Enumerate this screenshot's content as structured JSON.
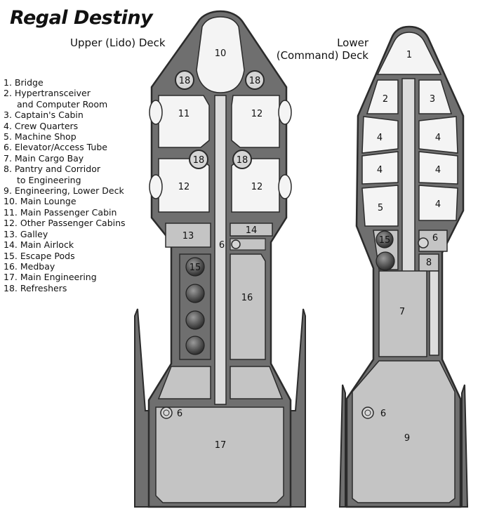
{
  "title": "Regal Destiny",
  "upper_deck_label": "Upper (Lido) Deck",
  "lower_deck_label_line1": "Lower",
  "lower_deck_label_line2": "(Command) Deck",
  "legend": [
    {
      "text": "1. Bridge"
    },
    {
      "text": "2. Hypertransceiver"
    },
    {
      "text": "and Computer Room",
      "indent": true
    },
    {
      "text": "3. Captain's Cabin"
    },
    {
      "text": "4. Crew Quarters"
    },
    {
      "text": "5. Machine Shop"
    },
    {
      "text": "6. Elevator/Access Tube"
    },
    {
      "text": "7. Main Cargo Bay"
    },
    {
      "text": "8. Pantry and Corridor"
    },
    {
      "text": "to Engineering",
      "indent": true
    },
    {
      "text": "9. Engineering, Lower Deck"
    },
    {
      "text": "10. Main Lounge"
    },
    {
      "text": "11. Main Passenger Cabin"
    },
    {
      "text": "12. Other Passenger Cabins"
    },
    {
      "text": "13. Galley"
    },
    {
      "text": "14. Main Airlock"
    },
    {
      "text": "15. Escape Pods"
    },
    {
      "text": "16. Medbay"
    },
    {
      "text": "17. Main Engineering"
    },
    {
      "text": "18. Refreshers"
    }
  ],
  "upper_deck_rooms": {
    "lounge": "10",
    "main_cabin": "11",
    "cabin_upper_right": "12",
    "cabin_lower_left": "12",
    "cabin_lower_right": "12",
    "refresher_1": "18",
    "refresher_2": "18",
    "refresher_3": "18",
    "refresher_4": "18",
    "galley": "13",
    "airlock": "14",
    "elevator": "6",
    "escape_pods": "15",
    "medbay": "16",
    "engine_elevator": "6",
    "main_engineering": "17"
  },
  "lower_deck_rooms": {
    "bridge": "1",
    "hypertransceiver": "2",
    "captains_cabin": "3",
    "crew_1": "4",
    "crew_2": "4",
    "crew_3": "4",
    "crew_4": "4",
    "crew_5": "4",
    "machine_shop": "5",
    "escape_pod": "15",
    "elevator": "6",
    "pantry": "8",
    "cargo_bay": "7",
    "engine_elevator": "6",
    "engineering_lower": "9"
  },
  "colors": {
    "hull": "#6f6f6f",
    "hull_outline": "#2b2b2b",
    "room": "#f4f4f4",
    "room_shaded": "#c4c4c4",
    "pod": "#4a4a4a"
  }
}
